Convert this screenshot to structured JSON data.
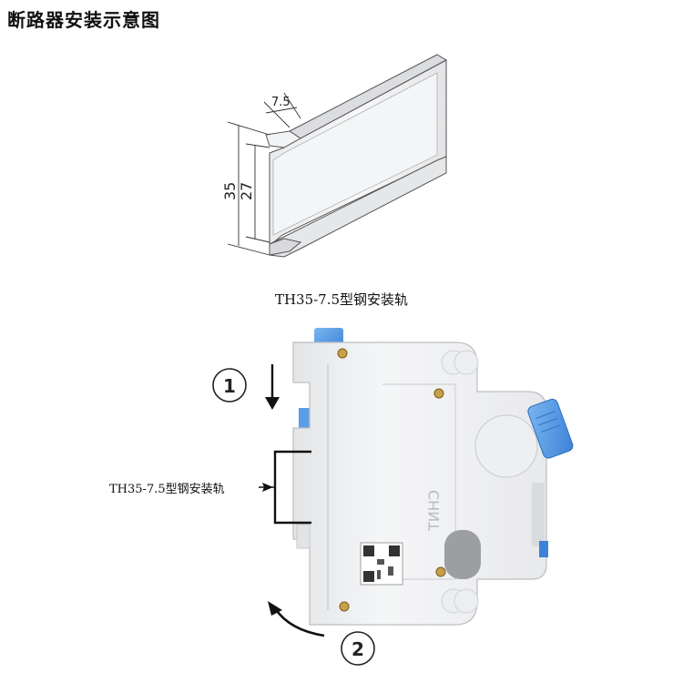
{
  "title": "断路器安装示意图",
  "rail": {
    "caption": "TH35-7.5型钢安装轨",
    "dim_width": "7.5",
    "dim_total_height": "35",
    "dim_inner_height": "27"
  },
  "mount": {
    "rail_label": "TH35-7.5型钢安装轨",
    "step1": "1",
    "step2": "2",
    "brand_mark": "CHNT",
    "accent_color": "#4a90e0"
  }
}
